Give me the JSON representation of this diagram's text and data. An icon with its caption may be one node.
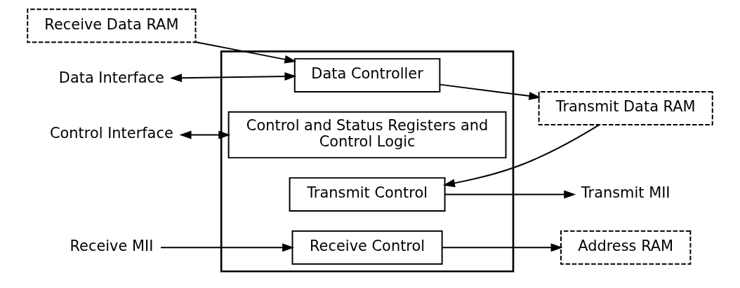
{
  "diagram": {
    "nodes": [
      {
        "text": [],
        "shape": "box"
      },
      {
        "text": [
          "Data Controller"
        ],
        "in": 0
      },
      {
        "text": [
          "Control and Status Registers and Control Logic"
        ],
        "in": 0
      },
      {
        "text": [
          "Transmit Control"
        ],
        "in": 0
      },
      {
        "text": [
          "Receive Control"
        ],
        "in": 0
      },
      {
        "text": [
          "Transmit Data RAM"
        ]
      },
      {
        "text": [
          "Receive Data RAM"
        ]
      },
      {
        "text": [
          "Address RAM"
        ]
      },
      {
        "text": [
          "Data Interface"
        ]
      },
      {
        "text": [
          "Control Interface"
        ]
      },
      {
        "text": [
          "Transmit MII"
        ]
      },
      {
        "text": [
          "Receive MII"
        ]
      }
    ],
    "edges": [
      {
        "from": 8,
        "to": 1,
        "arrow": "both"
      },
      {
        "from": 9,
        "to": 2,
        "arrow": "both"
      },
      {
        "from": 1,
        "to": 5,
        "arrow": "to"
      },
      {
        "from": 5,
        "to": 3,
        "arrow": "to"
      },
      {
        "from": 3,
        "to": 10,
        "arrow": "to"
      },
      {
        "from": 11,
        "to": 4,
        "arrow": "to"
      },
      {
        "from": 4,
        "to": 7,
        "arrow": "to"
      },
      {
        "from": 6,
        "to": 1,
        "arrow": "to"
      }
    ]
  }
}
